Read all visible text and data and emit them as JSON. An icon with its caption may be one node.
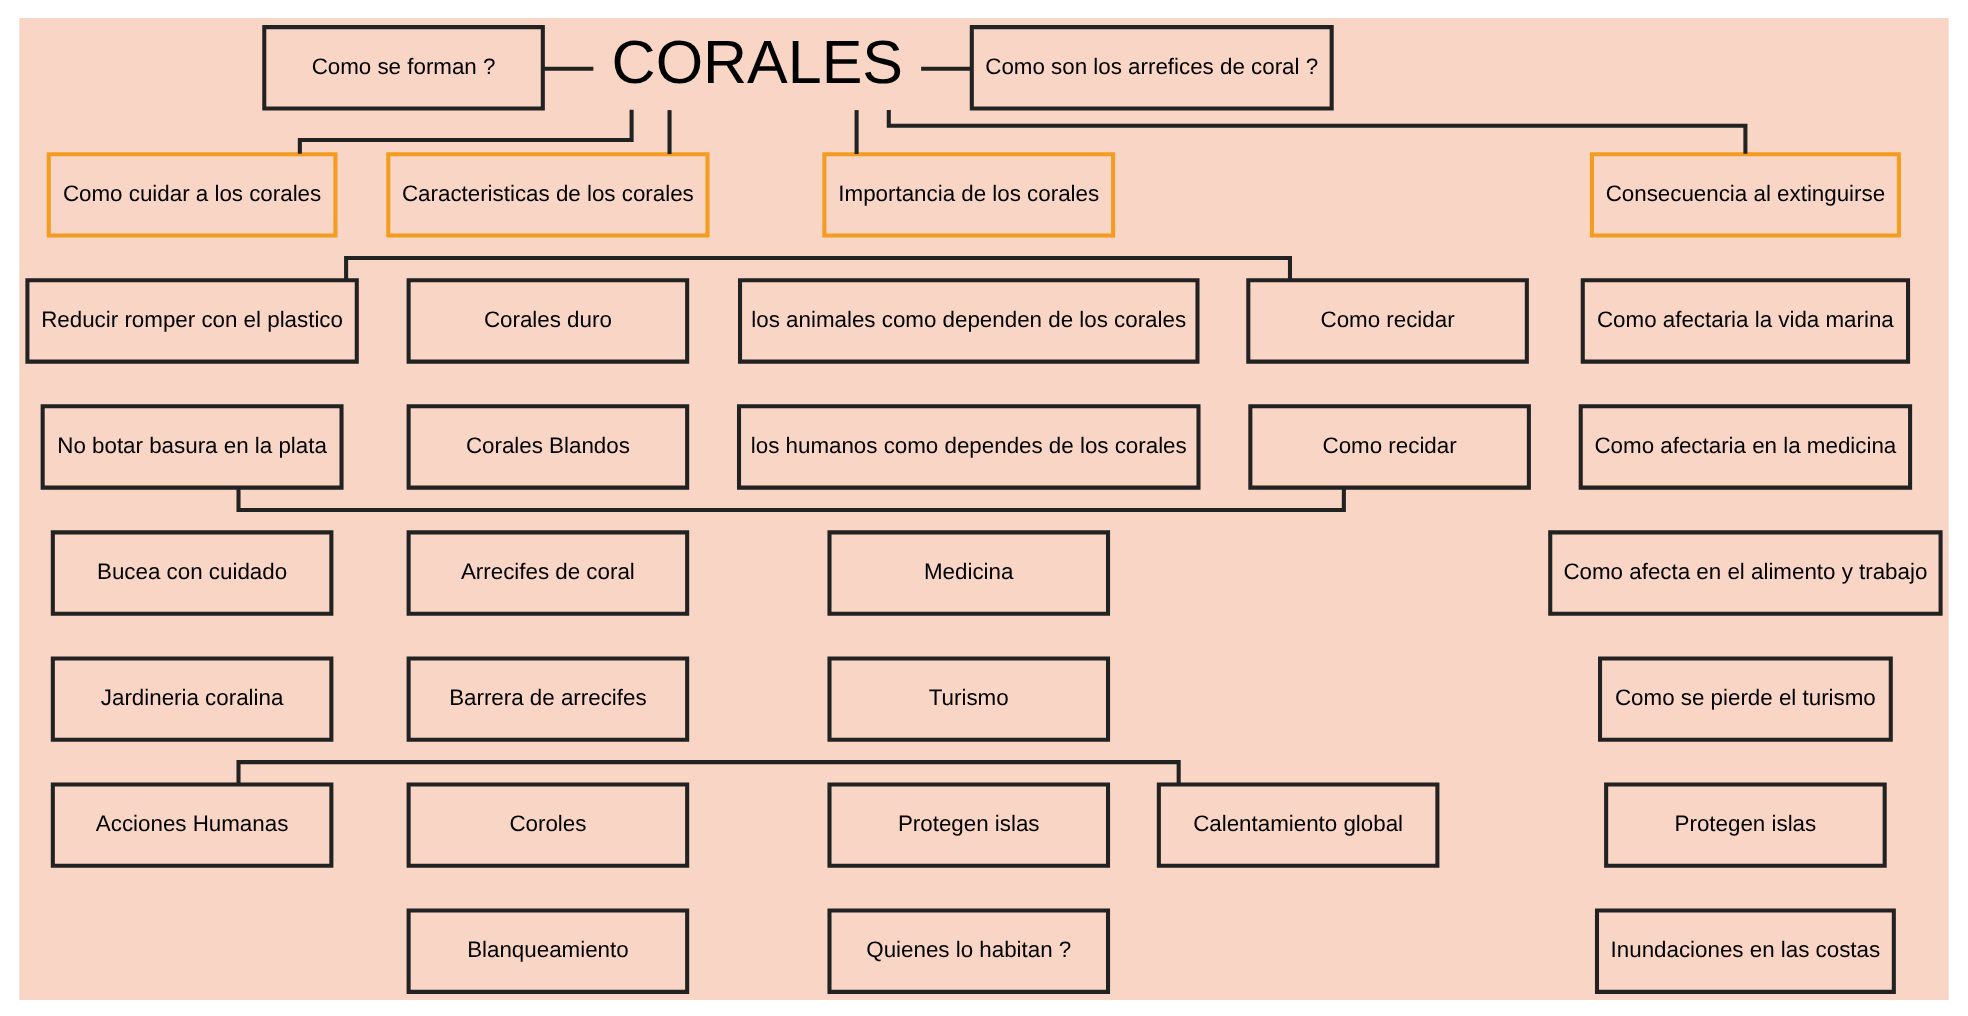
{
  "diagram": {
    "nodes": [
      {
        "text": [
          "Como se forman ?"
        ]
      },
      {
        "text": [
          "CORALES"
        ]
      },
      {
        "text": [
          "Como son los arrefices de coral ?"
        ]
      },
      {
        "text": [
          "Como cuidar a los corales"
        ]
      },
      {
        "text": [
          "Caracteristicas de los corales"
        ]
      },
      {
        "text": [
          "Importancia de los corales"
        ]
      },
      {
        "text": [
          "Consecuencia al extinguirse"
        ]
      },
      {
        "text": [
          "Como recidar"
        ]
      },
      {
        "text": [
          "Reducir romper con el plastico"
        ]
      },
      {
        "text": [
          "Como recidar"
        ]
      },
      {
        "text": [
          "No botar basura en la plata"
        ]
      },
      {
        "text": [
          "Bucea con cuidado"
        ]
      },
      {
        "text": [
          "Jardineria coralina"
        ]
      },
      {
        "text": [
          "Calentamiento global"
        ]
      },
      {
        "text": [
          "Acciones Humanas"
        ]
      },
      {
        "text": [
          "Corales duro"
        ]
      },
      {
        "text": [
          "Corales Blandos"
        ]
      },
      {
        "text": [
          "Arrecifes de coral"
        ]
      },
      {
        "text": [
          "Barrera de arrecifes"
        ]
      },
      {
        "text": [
          "Coroles"
        ]
      },
      {
        "text": [
          "Blanqueamiento"
        ]
      },
      {
        "text": [
          "los animales como dependen de los corales"
        ]
      },
      {
        "text": [
          "los humanos como dependes de los corales"
        ]
      },
      {
        "text": [
          "Medicina"
        ]
      },
      {
        "text": [
          "Turismo"
        ]
      },
      {
        "text": [
          "Protegen islas"
        ]
      },
      {
        "text": [
          "Quienes lo habitan ?"
        ]
      },
      {
        "text": [
          "Como afectaria la vida marina"
        ]
      },
      {
        "text": [
          "Como afectaria en la medicina"
        ]
      },
      {
        "text": [
          "Como afecta en el alimento y trabajo"
        ]
      },
      {
        "text": [
          "Como se pierde el turismo"
        ]
      },
      {
        "text": [
          "Protegen islas"
        ]
      },
      {
        "text": [
          "Inundaciones en las costas"
        ]
      }
    ],
    "edges": [
      {
        "from": 0,
        "to": 1,
        "arrow": "none"
      },
      {
        "from": 1,
        "to": 2,
        "arrow": "none"
      },
      {
        "from": 1,
        "to": 3,
        "arrow": "none"
      },
      {
        "from": 1,
        "to": 4,
        "arrow": "none"
      },
      {
        "from": 1,
        "to": 5,
        "arrow": "none"
      },
      {
        "from": 1,
        "to": 6,
        "arrow": "none"
      },
      {
        "from": 7,
        "to": 8,
        "arrow": "none"
      },
      {
        "from": 9,
        "to": 10,
        "arrow": "none"
      },
      {
        "from": 13,
        "to": 14,
        "arrow": "none"
      }
    ]
  }
}
